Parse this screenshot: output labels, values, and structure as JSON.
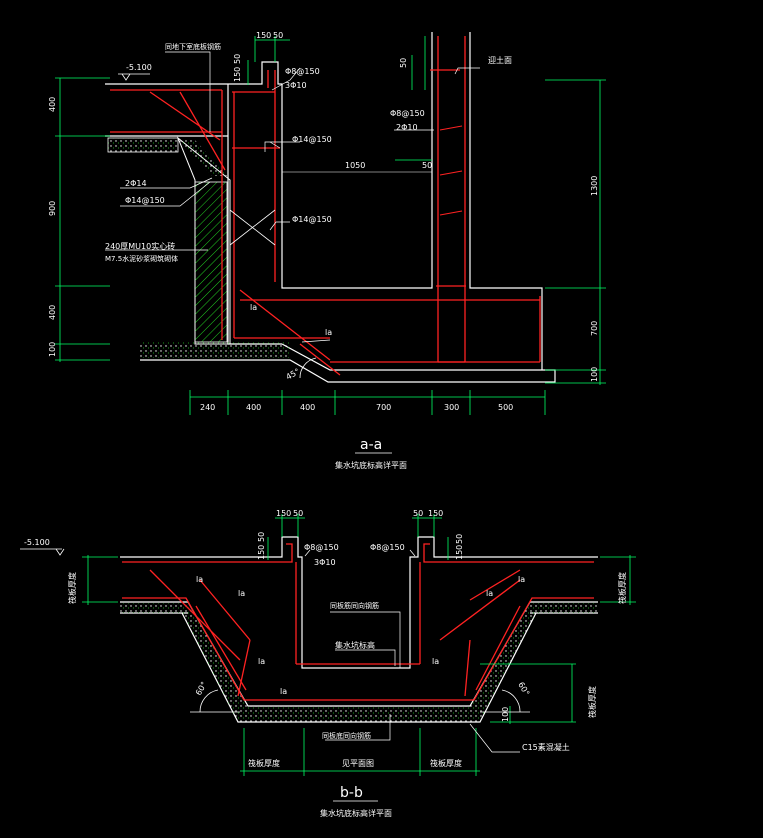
{
  "colors": {
    "background": "#000000",
    "outline": "#ffffff",
    "rebar": "#ff2222",
    "concrete": "#22cc22",
    "dimension": "#00ff66",
    "leader": "#ffffff"
  },
  "section_aa": {
    "caption": "a-a",
    "subtitle": "集水坑底标高详平面",
    "elevation": "-5.100",
    "top_dims": [
      "150",
      "50"
    ],
    "vert_150_50": [
      "150",
      "50"
    ],
    "vert_50": "50",
    "labels": {
      "waterproof": "同地下室底板钢筋",
      "rebar_top_left_a": "Φ8@150",
      "rebar_top_left_b": "3Φ10",
      "rebar_top_right_a": "Φ8@150",
      "rebar_top_right_b": "2Φ10",
      "face": "迎土面",
      "phi14_top": "Φ14@150",
      "phi14_mid": "Φ14@150",
      "two_phi14": "2Φ14",
      "phi14_left": "Φ14@150",
      "brick1": "240厚MU10实心砖",
      "brick2": "M7.5水泥砂浆砌筑砌体",
      "la1": "la",
      "la2": "la",
      "angle": "45°",
      "inner_1050": "1050",
      "inner_50": "50"
    },
    "left_dims": [
      "400",
      "900",
      "400",
      "100"
    ],
    "right_dims": [
      "1300",
      "700",
      "100"
    ],
    "bottom_dims": [
      "240",
      "400",
      "400",
      "700",
      "300",
      "500"
    ]
  },
  "section_bb": {
    "caption": "b-b",
    "subtitle": "集水坑底标高详平面",
    "elevation": "-5.100",
    "top_dims_left": [
      "150",
      "50"
    ],
    "top_dims_right": [
      "50",
      "150"
    ],
    "vert_left": [
      "150",
      "50"
    ],
    "vert_right": [
      "50",
      "150"
    ],
    "labels": {
      "rebar_l_a": "Φ8@150",
      "rebar_l_b": "3Φ10",
      "rebar_r": "Φ8@150",
      "slab_left": "筏板厚度",
      "slab_right": "筏板厚度",
      "slab_right2": "筏板厚度",
      "la_1": "la",
      "la_2": "la",
      "la_3": "la",
      "la_4": "la",
      "la_5": "la",
      "la_6": "la",
      "la_7": "la",
      "same_dir_top": "同板筋同向钢筋",
      "pit_elev": "集水坑标高",
      "angle_l": "60°",
      "angle_r": "60°",
      "dim_100": "100",
      "same_dir_bottom": "同板底同向钢筋",
      "c15": "C15素混凝土",
      "bottom_1": "筏板厚度",
      "bottom_2": "见平面图",
      "bottom_3": "筏板厚度"
    }
  }
}
